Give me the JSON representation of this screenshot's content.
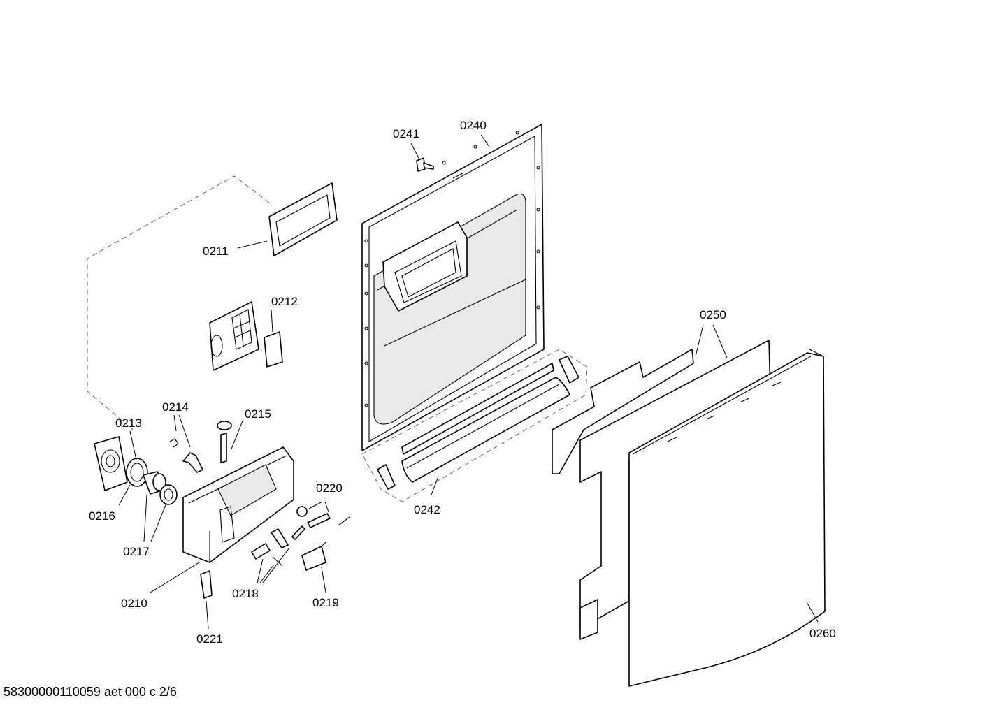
{
  "diagram": {
    "callouts": {
      "c0210": "0210",
      "c0211": "0211",
      "c0212": "0212",
      "c0213": "0213",
      "c0214": "0214",
      "c0215": "0215",
      "c0216": "0216",
      "c0217": "0217",
      "c0218": "0218",
      "c0219": "0219",
      "c0220": "0220",
      "c0221": "0221",
      "c0240": "0240",
      "c0241": "0241",
      "c0242": "0242",
      "c0250": "0250",
      "c0260": "0260"
    },
    "footer": "58300000110059 aet 000 c 2/6"
  }
}
